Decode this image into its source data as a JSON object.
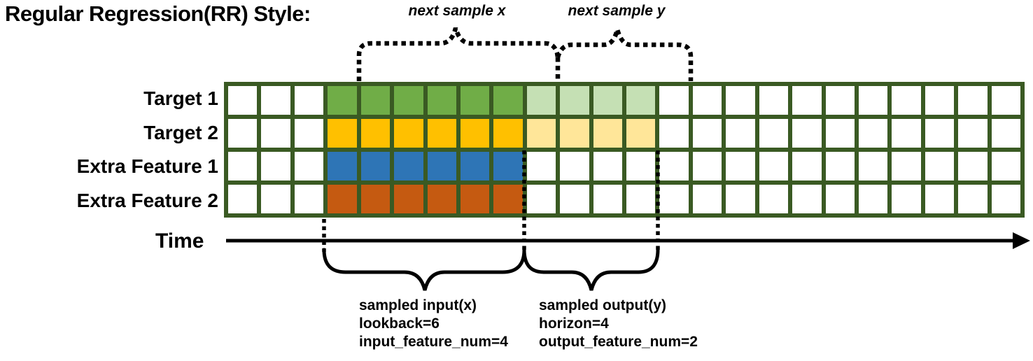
{
  "title": "Regular Regression(RR) Style:",
  "top_annotations": {
    "next_sample_x": "next sample x",
    "next_sample_y": "next sample y"
  },
  "time_axis": {
    "label": "Time"
  },
  "grid": {
    "columns": 24,
    "empty_cols_before_input": 3,
    "input_cols": 6,
    "output_cols": 4,
    "border_color": "#3A5A23",
    "cell_background": "#FFFFFF",
    "rows": [
      {
        "label": "Target 1",
        "input_color": "#70AD47",
        "output_color": "#C5E0B4"
      },
      {
        "label": "Target 2",
        "input_color": "#FFC000",
        "output_color": "#FFE699"
      },
      {
        "label": "Extra Feature 1",
        "input_color": "#2E75B6",
        "output_color": null
      },
      {
        "label": "Extra Feature 2",
        "input_color": "#C55A11",
        "output_color": null
      }
    ]
  },
  "bottom_annotations": {
    "input": {
      "lines": [
        "sampled input(x)",
        "lookback=6",
        "input_feature_num=4"
      ]
    },
    "output": {
      "lines": [
        "sampled output(y)",
        "horizon=4",
        "output_feature_num=2"
      ]
    }
  }
}
